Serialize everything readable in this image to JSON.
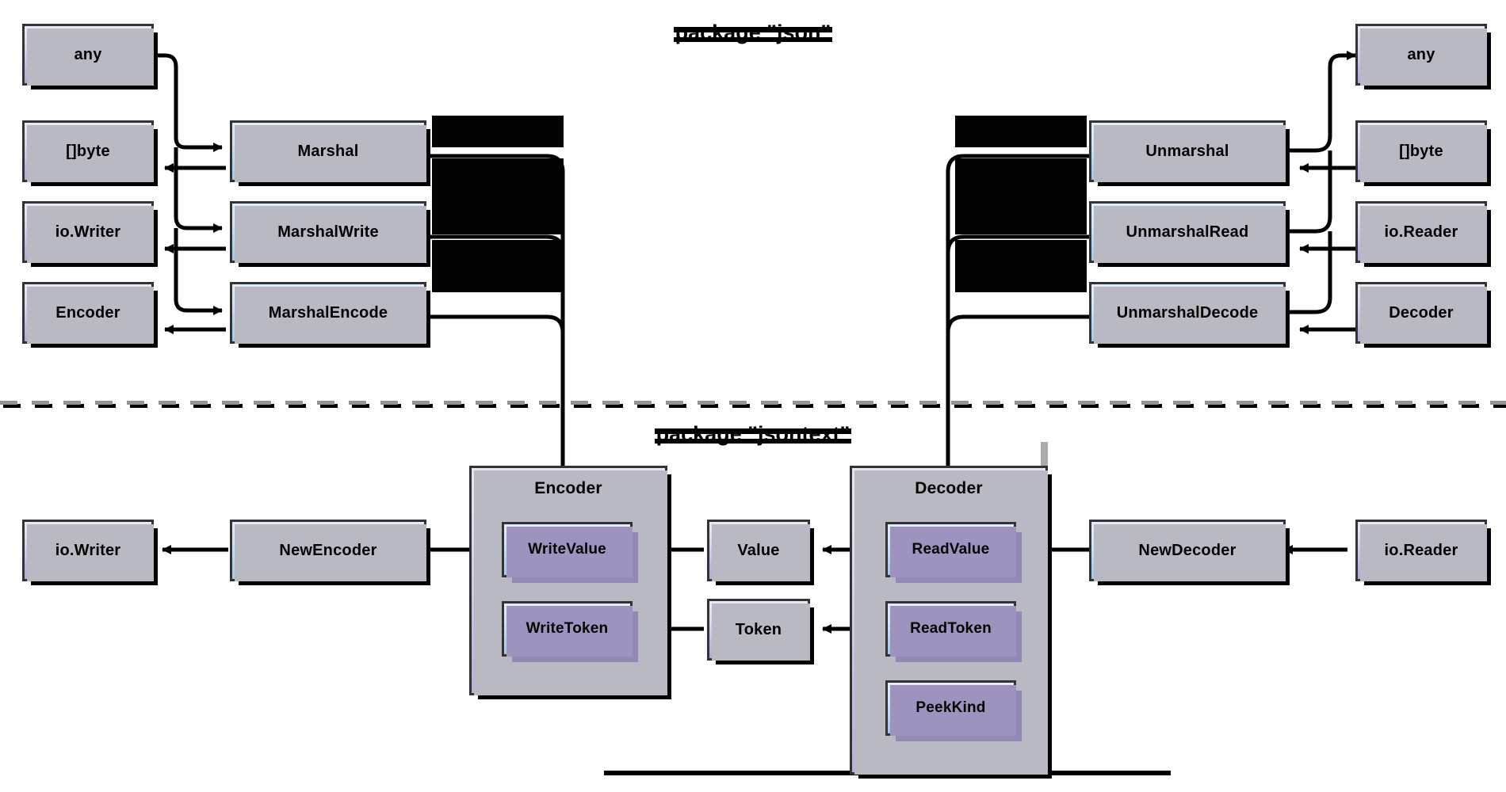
{
  "diagram": {
    "title_json": "package \"json\"",
    "title_jsontext": "package \"jsontext\"",
    "colors": {
      "type_box_top": "#ece9f6",
      "type_box_bottom": "#b2a6d6",
      "func_box_top": "#e1edfa",
      "func_box_bottom": "#a3c9e7",
      "group_box_top": "#e8e4f4",
      "group_box_bottom": "#bbaedc",
      "border": "#333333",
      "shadow": "#000000",
      "divider_gray": "#949494",
      "connector": "#000000"
    }
  },
  "json_package": {
    "title": "package \"json\"",
    "marshal_inputs": [
      {
        "label": "any"
      },
      {
        "label": "[]byte"
      },
      {
        "label": "io.Writer"
      },
      {
        "label": "Encoder"
      }
    ],
    "marshal_funcs": [
      {
        "label": "Marshal"
      },
      {
        "label": "MarshalWrite"
      },
      {
        "label": "MarshalEncode"
      }
    ],
    "unmarshal_funcs": [
      {
        "label": "Unmarshal"
      },
      {
        "label": "UnmarshalRead"
      },
      {
        "label": "UnmarshalDecode"
      }
    ],
    "unmarshal_inputs": [
      {
        "label": "any"
      },
      {
        "label": "[]byte"
      },
      {
        "label": "io.Reader"
      },
      {
        "label": "Decoder"
      }
    ]
  },
  "jsontext_package": {
    "title": "package \"jsontext\"",
    "encoder_side": {
      "writer_label": "io.Writer",
      "constructor_label": "NewEncoder",
      "group_title": "Encoder",
      "methods": [
        {
          "label": "WriteValue"
        },
        {
          "label": "WriteToken"
        }
      ]
    },
    "middle_types": [
      {
        "label": "Value"
      },
      {
        "label": "Token"
      }
    ],
    "decoder_side": {
      "reader_label": "io.Reader",
      "constructor_label": "NewDecoder",
      "group_title": "Decoder",
      "methods": [
        {
          "label": "ReadValue"
        },
        {
          "label": "ReadToken"
        },
        {
          "label": "PeekKind"
        }
      ]
    }
  }
}
